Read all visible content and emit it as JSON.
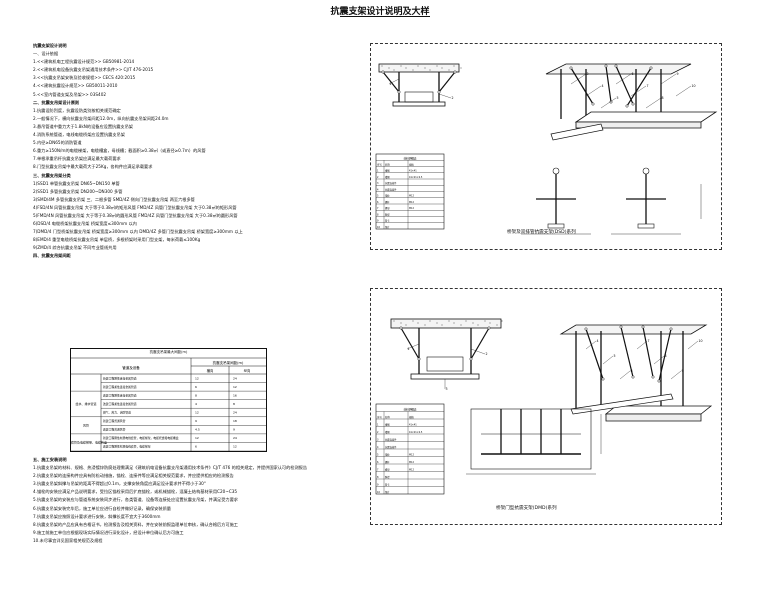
{
  "drawing": {
    "title": "抗震支架设计说明及大样"
  },
  "notes": [
    {
      "text": "抗震支架设计说明",
      "bold": true
    },
    {
      "text": "一、设计依据",
      "bold": false
    },
    {
      "text": "1.<<建筑机电工程抗震设计规范>>          GB50981-2014",
      "bold": false
    },
    {
      "text": "2.<<建筑机电设备抗震支吊架通用技术条件>>     CJ/T 476-2015",
      "bold": false
    },
    {
      "text": "3.<<抗震支吊架安装及验收规程>>            CECS 420:2015",
      "bold": false
    },
    {
      "text": "4.<<建筑抗震设计规范>>                    GB50011-2010",
      "bold": false
    },
    {
      "text": "5.<<室内管道支架及吊架>>                  03S402",
      "bold": false
    },
    {
      "text": "二、抗震支吊架设计原则",
      "bold": true
    },
    {
      "text": "1.抗震设防烈度，抗震设防类别按相关规范确定",
      "bold": false
    },
    {
      "text": "2.一般情况下，横向抗震支吊架间距12.0m，纵向抗震支吊架间距24.0m",
      "bold": false
    },
    {
      "text": "3.悬吊管道中重力大于1.8kN的设备应设置抗震支吊架",
      "bold": false
    },
    {
      "text": "4.消防系统管道，电线电缆桥架应设置抗震支吊架",
      "bold": false
    },
    {
      "text": "5.内径≥DN65的消防管道",
      "bold": false
    },
    {
      "text": "6.重力≥150N/m的电缆梯架，电缆槽盒，母线槽；截面积≥0.38㎡（或直径≥0.7m）的风管",
      "bold": false
    },
    {
      "text": "7.单根承重吊杆抗震支吊架应满足最大载荷要求",
      "bold": false
    },
    {
      "text": "8.门型抗震支吊架中最大载荷大于25Kg，各构件应满足承载要求",
      "bold": false
    },
    {
      "text": "三、抗震支吊架分类",
      "bold": true
    },
    {
      "text": "1)SSD1 单管抗震支吊架            DN65~DN150 单管",
      "bold": false
    },
    {
      "text": "2)SSD1 多管抗震支吊架            DN200~DN300 多管",
      "bold": false
    },
    {
      "text": "3)SMD/4M 多管抗震支吊架          三、二根多管              SMD/4Z 侧向门型抗震支吊架        两至六根多管",
      "bold": false
    },
    {
      "text": "4)FSD/4N 风管抗震支吊架          大于等于0.38㎡的矩形风管    FMD/4Z 风管门型抗震支吊架        大于0.38㎡的矩形风管",
      "bold": false
    },
    {
      "text": "5)FMD/4N 风管抗震支吊架          大于等于0.38㎡的圆形风管    FMD/4Z 风管门型抗震支吊架        大于0.38㎡的圆形风管",
      "bold": false
    },
    {
      "text": "6)DSD/4 电缆桥架抗震支吊架        桥架宽度≤300mm 以内",
      "bold": false
    },
    {
      "text": "7)DMD/4 门型桥架抗震支吊架        桥架宽度≥300mm 以内            DMD/4Z 多管门型抗震支吊架      桥架宽度≥300mm 以上",
      "bold": false
    },
    {
      "text": "8)EMD/4 重型电缆桥架抗震支吊架    单层桥，多根桥架时采用门型支架，每米荷载≤100Kg",
      "bold": false
    },
    {
      "text": "9)ZMD/4 综合抗震支吊架            不同专业管线共用",
      "bold": false
    },
    {
      "text": "四、抗震支吊架间距",
      "bold": true
    }
  ],
  "spacing_table": {
    "caption": "抗震支吊架最大间距(m)",
    "col_header": "管道及设备",
    "col_spacing": "抗震支吊架间距(m)",
    "col_sub": [
      "横向",
      "纵向"
    ],
    "groups": [
      {
        "name": "",
        "rows": [
          {
            "item": "新建工程刚性连接金属管道",
            "h": "12",
            "v": "24"
          },
          {
            "item": "新建工程柔性连接金属管道",
            "h": "6",
            "v": "12"
          }
        ]
      },
      {
        "name": "给水、排水管道",
        "rows": [
          {
            "item": "改建工程刚性连接金属管道",
            "h": "8",
            "v": "16"
          },
          {
            "item": "改建工程柔性连接金属管道",
            "h": "4",
            "v": "8"
          },
          {
            "item": "燃气、热力、消防管道",
            "h": "12",
            "v": "24"
          }
        ]
      },
      {
        "name": "风管",
        "rows": [
          {
            "item": "新建工程普通风管",
            "h": "9",
            "v": "18"
          },
          {
            "item": "改建工程普通风管",
            "h": "4.5",
            "v": "9"
          }
        ]
      },
      {
        "name": "电线套管及电缆梯架、电缆托盘",
        "rows": [
          {
            "item": "新建工程刚性材质电线套管，电缆梯架，电缆托盘和电缆槽盒",
            "h": "12",
            "v": "24"
          },
          {
            "item": "改建工程刚性材质电线套管，电缆梯架",
            "h": "6",
            "v": "12"
          }
        ]
      }
    ]
  },
  "notes2": [
    {
      "text": "五、施工安装说明",
      "bold": true
    },
    {
      "text": "1.抗震支吊架的材料、规格、热浸镀锌防腐处理需满足《建筑机电设备抗震支吊架通用技术条件》CJ/T 476 的相关规定，并提供国家认可的检测报告",
      "bold": false
    },
    {
      "text": "2.抗震支吊架的连接构件应具有防松动措施，锚栓、连接件等应满足相关规范要求，并应提供相应的检测报告",
      "bold": false
    },
    {
      "text": "3.抗震支吊架斜撑与吊架的距离不得超过0.1m，支撑安装角度应满足设计要求并不得小于30°",
      "bold": false
    },
    {
      "text": "4.锚栓的安装应满足产品说明要求，受拉区锚栓采用后扩底锚栓，或机械锚栓，混凝土结构基材采用C20~C35",
      "bold": false
    },
    {
      "text": "5.抗震支吊架的安装应与管道系统安装同步进行，各类管道、设备等连接处应设置抗震支吊架，并满足受力要求",
      "bold": false
    },
    {
      "text": "6.抗震支吊架安装完毕后，施工单位应进行自检并做好记录，确保安装质量",
      "bold": false
    },
    {
      "text": "7.抗震支吊架应按照设计要求进行安装，斜撑长度不宜大于3600mm",
      "bold": false
    },
    {
      "text": "8.抗震支吊架的产品应具有合格证书，检测报告及相关资料，并在安装前报监理单位审核，确认合格后方可施工",
      "bold": false
    },
    {
      "text": "9.施工前施工单位应根据现场实际情况进行深化设计，经设计单位确认后方可施工",
      "bold": false
    },
    {
      "text": "10.未尽事宜详见国家相关规范及规程",
      "bold": false
    }
  ],
  "panels": [
    {
      "caption": "桥架及双排管抗震支架(DSD)系列",
      "table_title": "材料明细表"
    },
    {
      "caption": "桥架门型抗震支架(DMD)系列",
      "table_title": "材料明细表"
    }
  ],
  "parts_list": {
    "columns": [
      "序号",
      "名称",
      "规格"
    ],
    "rows": [
      [
        "1",
        "槽钢",
        "41×41"
      ],
      [
        "2",
        "槽钢",
        "41×21×2.5"
      ],
      [
        "3",
        "抗震连接件",
        ""
      ],
      [
        "4",
        "抗震连接件",
        ""
      ],
      [
        "5",
        "锚栓",
        "M12"
      ],
      [
        "6",
        "螺杆",
        "M12"
      ],
      [
        "7",
        "螺母",
        "M12"
      ],
      [
        "8",
        "斜撑",
        ""
      ],
      [
        "9",
        "管卡",
        ""
      ],
      [
        "10",
        "垫片",
        ""
      ]
    ]
  },
  "callouts": [
    "1",
    "2",
    "3",
    "4",
    "5",
    "6",
    "7",
    "8",
    "9",
    "10"
  ]
}
